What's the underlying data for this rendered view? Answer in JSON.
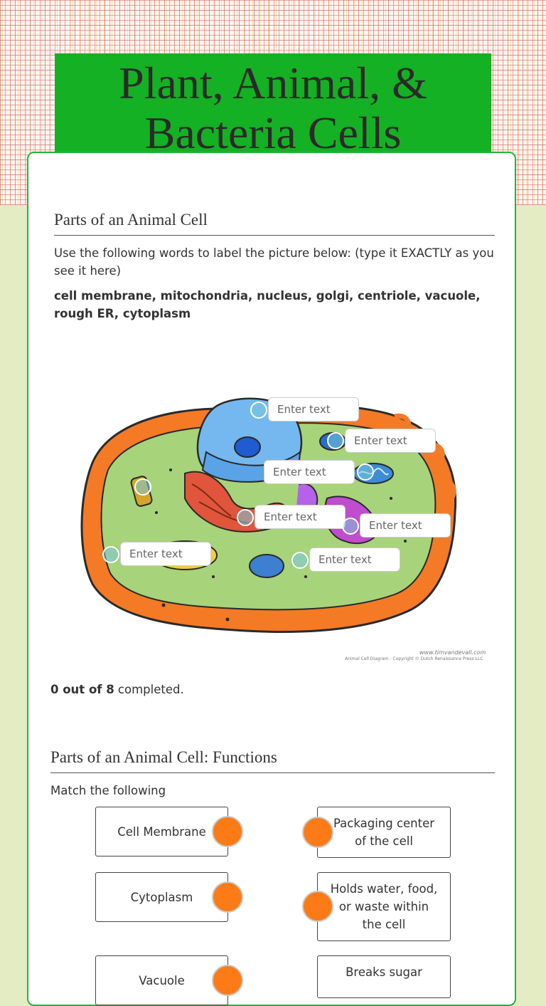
{
  "title": {
    "line1": "Plant, Animal, &",
    "line2": "Bacteria Cells"
  },
  "section1": {
    "heading": "Parts of an Animal Cell",
    "instructions": "Use the following words to label the picture below: (type it EXACTLY as you see it here)",
    "word_bank": " cell membrane, mitochondria, nucleus, golgi, centriole, vacuole, rough ER, cytoplasm",
    "placeholder": "Enter text",
    "credit_line1": "www.timvandevall.com",
    "credit_line2": "Animal Cell Diagram - Copyright © Dutch Renaissance Press LLC",
    "progress_count": "0 out of 8",
    "progress_suffix": " completed."
  },
  "section2": {
    "heading": "Parts of an Animal Cell: Functions",
    "instructions": "Match the following",
    "left_items": [
      "Cell Membrane",
      "Cytoplasm",
      "Vacuole"
    ],
    "right_items": [
      "Packaging center of the cell",
      "Holds water, food, or waste within the cell",
      "Breaks sugar"
    ]
  },
  "colors": {
    "banner": "#13b123",
    "card_border": "#22b33a",
    "match_dot": "#fd7b16",
    "background": "#e4ecc4"
  }
}
